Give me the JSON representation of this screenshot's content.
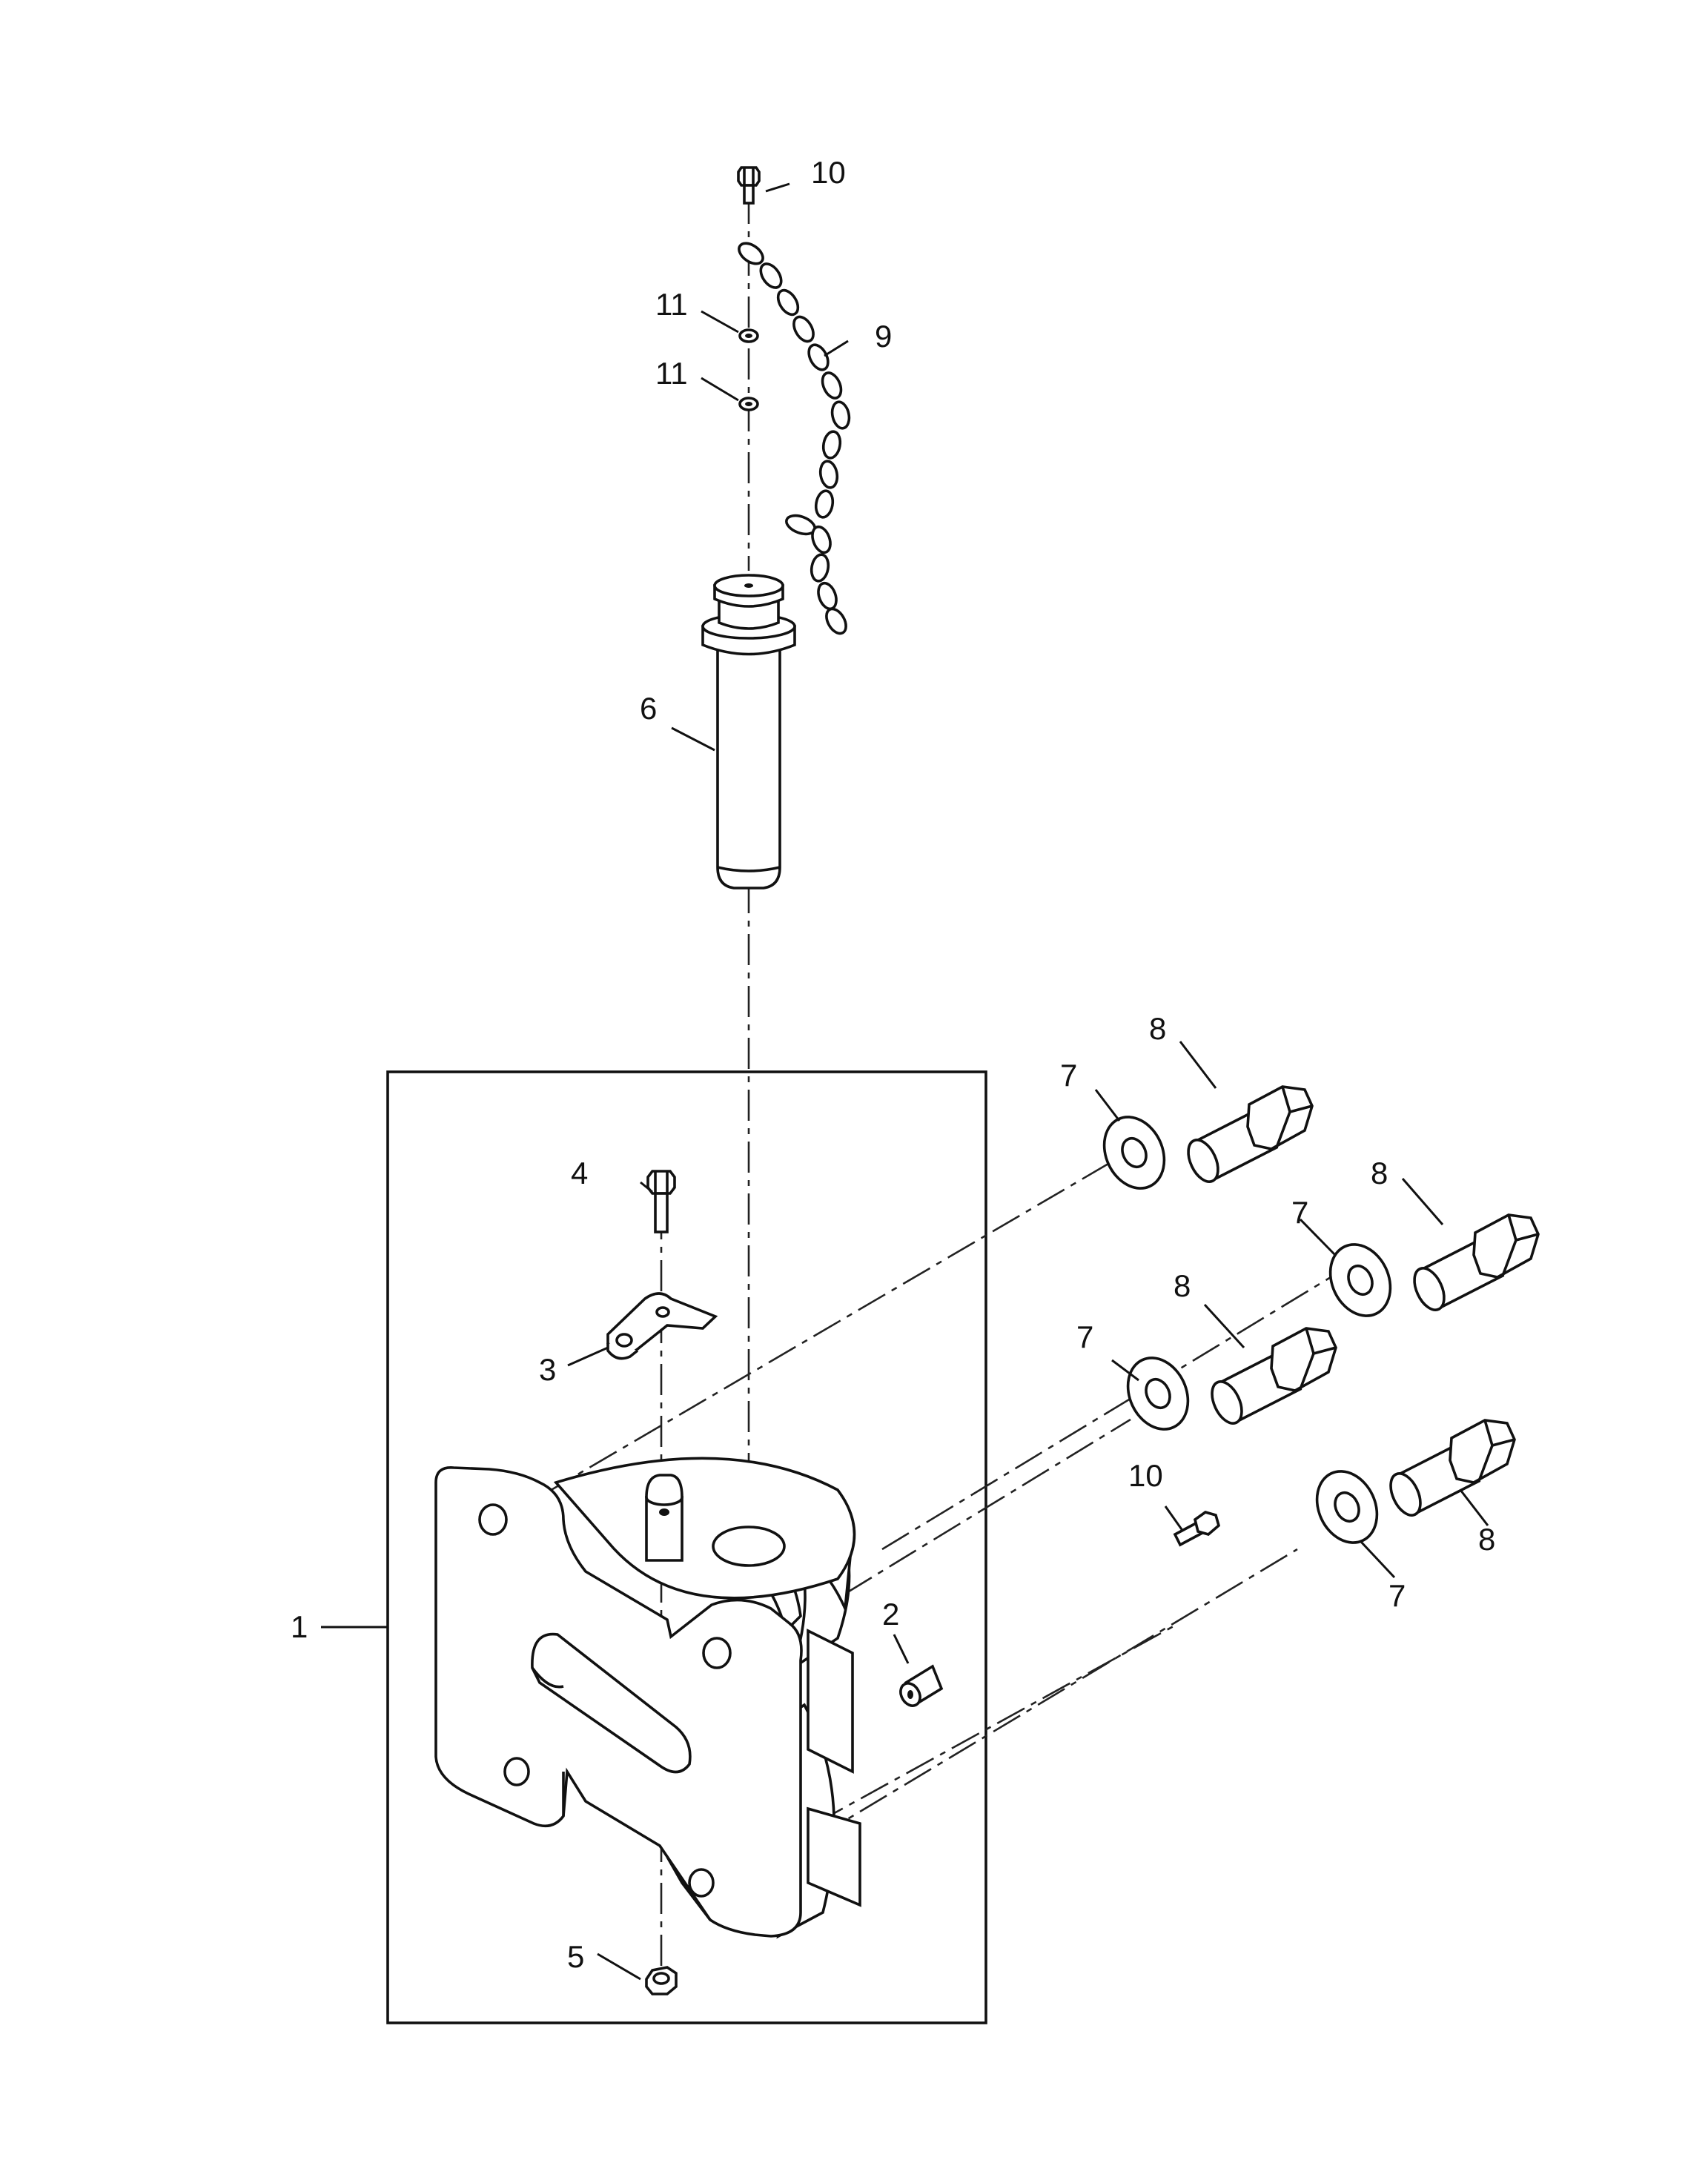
{
  "callouts": {
    "c1": "1",
    "c2": "2",
    "c3": "3",
    "c4": "4",
    "c5": "5",
    "c6": "6",
    "c7a": "7",
    "c7b": "7",
    "c7c": "7",
    "c7d": "7",
    "c8a": "8",
    "c8b": "8",
    "c8c": "8",
    "c8d": "8",
    "c9": "9",
    "c10a": "10",
    "c10b": "10",
    "c11a": "11",
    "c11b": "11"
  }
}
